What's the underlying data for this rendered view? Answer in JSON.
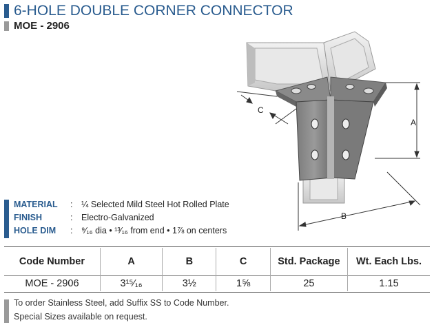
{
  "header": {
    "title": "6-HOLE DOUBLE CORNER CONNECTOR",
    "subtitle": "MOE - 2906"
  },
  "illustration": {
    "dim_a": "A",
    "dim_b": "B",
    "dim_c": "C"
  },
  "specs": [
    {
      "label": "MATERIAL",
      "colon": ":",
      "value": "¼ Selected Mild Steel Hot Rolled Plate"
    },
    {
      "label": "FINISH",
      "colon": ":",
      "value": "Electro-Galvanized"
    },
    {
      "label": "HOLE DIM",
      "colon": ":",
      "value": "⁹⁄₁₆ dia  •  ¹³⁄₁₆ from end  •  1⅞  on centers"
    }
  ],
  "table": {
    "headers": [
      "Code Number",
      "A",
      "B",
      "C",
      "Std. Package",
      "Wt. Each Lbs."
    ],
    "rows": [
      [
        "MOE - 2906",
        "3¹⁵⁄₁₆",
        "3½",
        "1⅝",
        "25",
        "1.15"
      ]
    ]
  },
  "notes": [
    "To order Stainless Steel, add Suffix SS to Code Number.",
    "Special Sizes available on request."
  ],
  "colors": {
    "accent": "#2a5c8f",
    "gray_bar": "#9a9a9a"
  }
}
